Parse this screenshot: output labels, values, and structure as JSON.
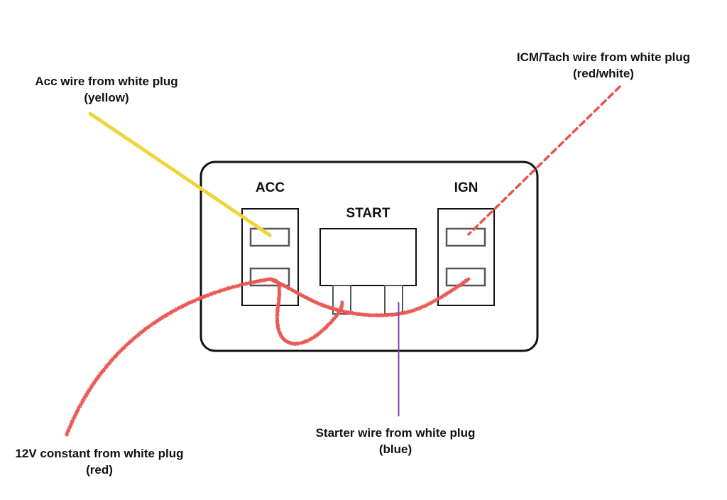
{
  "diagram": {
    "labels": {
      "acc_wire": {
        "line1": "Acc wire from white plug",
        "line2": "(yellow)"
      },
      "icm_wire": {
        "line1": "ICM/Tach wire from white plug",
        "line2": "(red/white)"
      },
      "constant_wire": {
        "line1": "12V constant from white plug",
        "line2": "(red)"
      },
      "starter_wire": {
        "line1": "Starter wire from white plug",
        "line2": "(blue)"
      }
    },
    "switch": {
      "acc_label": "ACC",
      "start_label": "START",
      "ign_label": "IGN"
    },
    "colors": {
      "yellow_wire": "#efd53a",
      "red_wire": "#ea5a55",
      "red_white_wire": "#e8534d",
      "blue_wire": "#7a44aa",
      "outline": "#111111",
      "terminal": "#555555"
    }
  }
}
